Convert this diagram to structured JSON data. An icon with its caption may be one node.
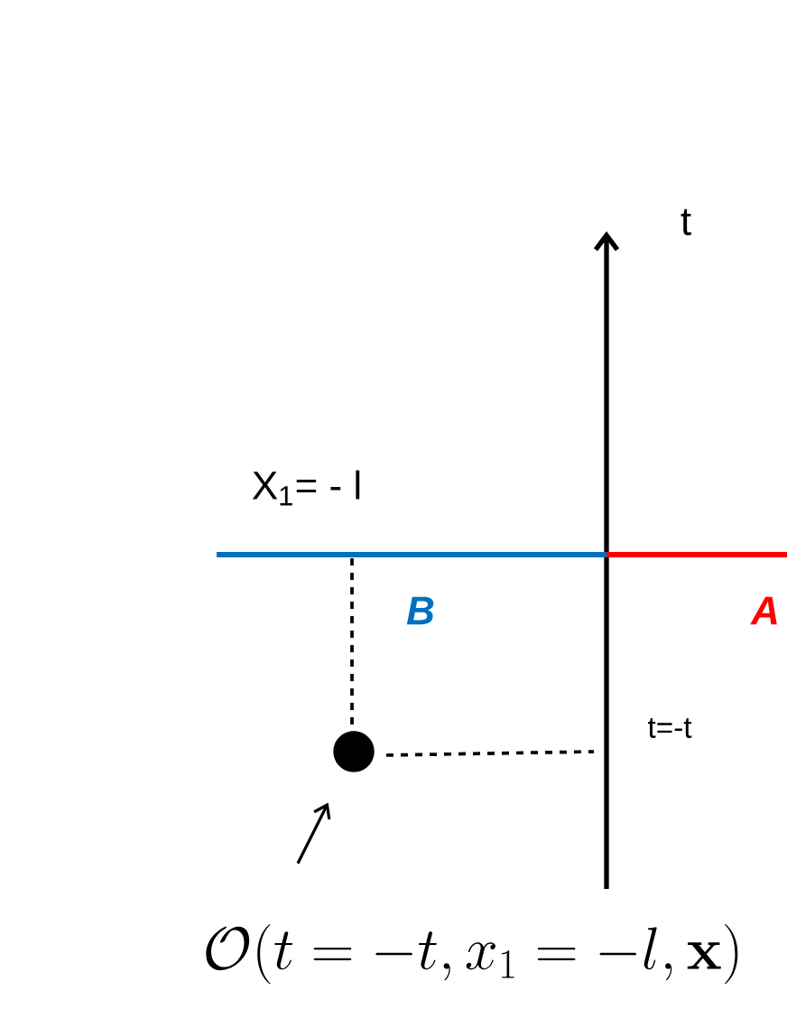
{
  "diagram": {
    "nodes": [
      {
        "text": [],
        "shape": "circle"
      },
      {
        "text": [
          "\\mathcal{O}(t=-t,x_1=-l,\\mathbf{x})"
        ]
      }
    ],
    "edges": [
      {
        "from": 1,
        "to": 0,
        "arrow": "to"
      }
    ],
    "labels": [
      "t",
      "X$_{1}$= - l",
      "B",
      "A",
      "t=-t"
    ]
  }
}
